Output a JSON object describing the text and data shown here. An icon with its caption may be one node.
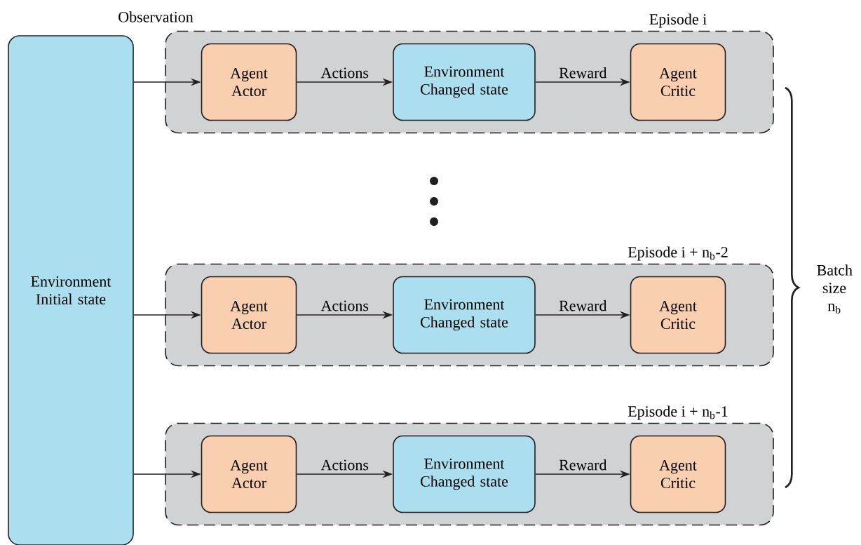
{
  "diagram": {
    "nodes": [
      {
        "text": [
          "Environment Initial state"
        ]
      },
      {
        "text": [
          "Episode i"
        ]
      },
      {
        "text": [
          "Agent Actor"
        ],
        "in": 1
      },
      {
        "text": [
          "Environment Changed state"
        ],
        "in": 1
      },
      {
        "text": [
          "Agent Critic"
        ],
        "in": 1
      },
      {
        "text": [
          "Episode i + n$_{b}$-2"
        ]
      },
      {
        "text": [
          "Agent Actor"
        ],
        "in": 5
      },
      {
        "text": [
          "Environment Changed state"
        ],
        "in": 5
      },
      {
        "text": [
          "Agent Critic"
        ],
        "in": 5
      },
      {
        "text": [
          "Episode i + n$_{b}$-1"
        ]
      },
      {
        "text": [
          "Agent Actor"
        ],
        "in": 9
      },
      {
        "text": [
          "Environment Changed state"
        ],
        "in": 9
      },
      {
        "text": [
          "Agent Critic"
        ],
        "in": 9
      }
    ],
    "edges": [
      {
        "from": 0,
        "to": 2,
        "arrow": "to"
      },
      {
        "from": 2,
        "to": 3,
        "arrow": "to",
        "label": "Actions"
      },
      {
        "from": 3,
        "to": 4,
        "arrow": "to",
        "label": "Reward"
      },
      {
        "from": 0,
        "to": 6,
        "arrow": "to"
      },
      {
        "from": 6,
        "to": 7,
        "arrow": "to",
        "label": "Actions"
      },
      {
        "from": 7,
        "to": 8,
        "arrow": "to",
        "label": "Reward"
      },
      {
        "from": 0,
        "to": 10,
        "arrow": "to"
      },
      {
        "from": 10,
        "to": 11,
        "arrow": "to",
        "label": "Actions"
      },
      {
        "from": 11,
        "to": 12,
        "arrow": "to",
        "label": "Reward"
      }
    ],
    "labels": [
      "Observation",
      "Batch size n$_{b}$"
    ]
  }
}
